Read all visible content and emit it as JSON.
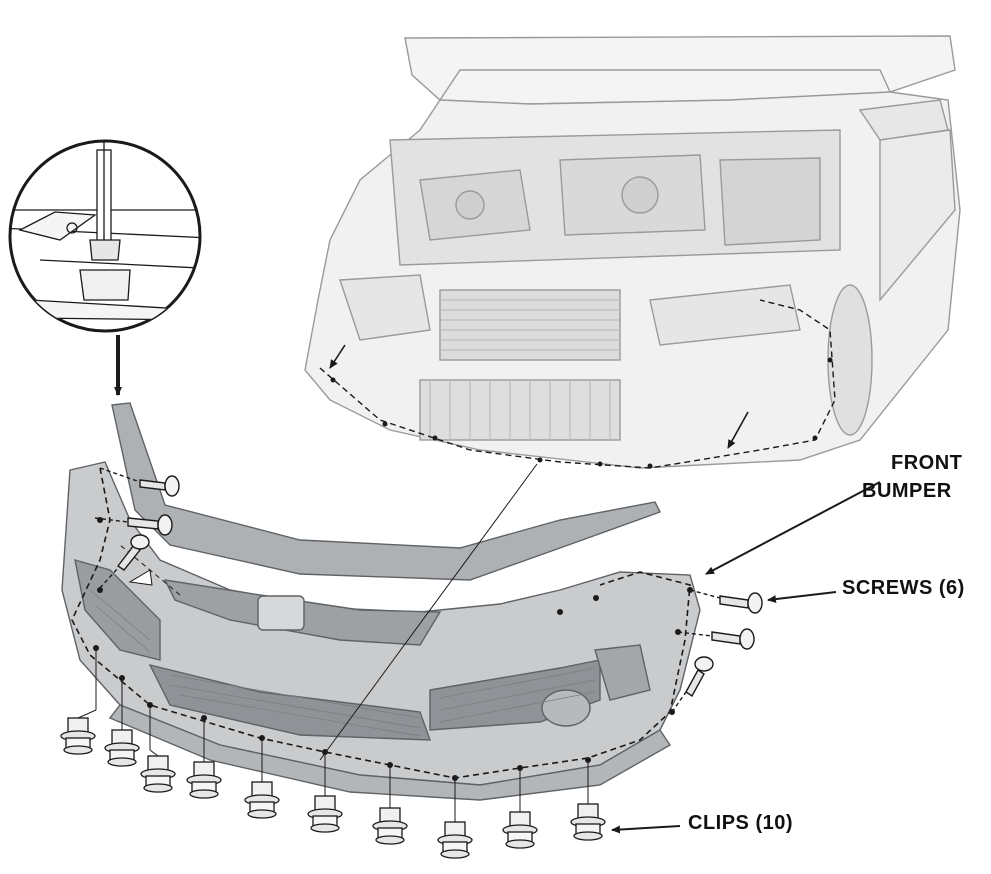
{
  "labels": {
    "front_bumper_line1": "FRONT",
    "front_bumper_line2": "BUMPER",
    "screws": "SCREWS (6)",
    "clips": "CLIPS (10)"
  },
  "colors": {
    "line": "#1a1a1a",
    "bumper_fill": "#c9cbcd",
    "bumper_shade": "#aeb1b4",
    "car_fill": "#f1f1f1",
    "car_line": "#9a9a9a",
    "fastener_fill": "#e6e6e6"
  },
  "icons": {
    "detail": "zoom-detail-circle-icon",
    "screw": "screw-icon",
    "clip": "clip-icon",
    "arrow": "callout-arrow-icon"
  }
}
